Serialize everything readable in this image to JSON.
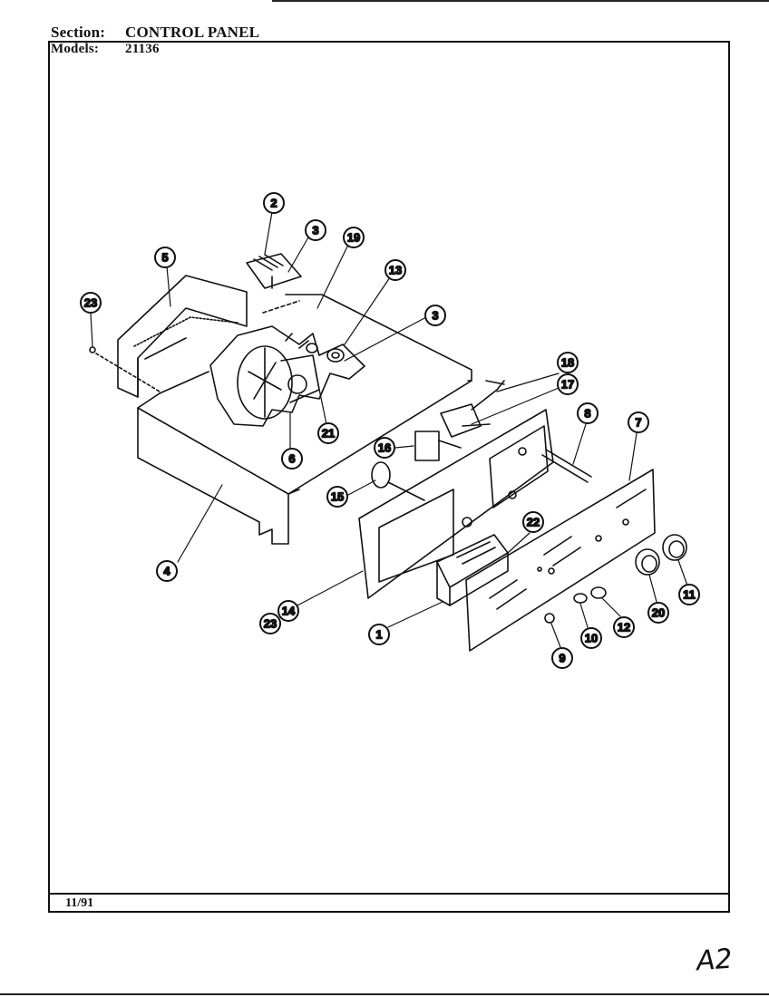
{
  "header": {
    "section_label": "Section:",
    "section_value": "CONTROL PANEL",
    "models_label": "Models:",
    "models_value": "21136"
  },
  "footer": {
    "date": "11/91"
  },
  "page_mark": "A2",
  "callouts": [
    "2",
    "3",
    "19",
    "5",
    "13",
    "3",
    "23",
    "18",
    "17",
    "8",
    "7",
    "21",
    "16",
    "6",
    "15",
    "22",
    "4",
    "14",
    "23",
    "11",
    "20",
    "12",
    "10",
    "1",
    "9"
  ]
}
